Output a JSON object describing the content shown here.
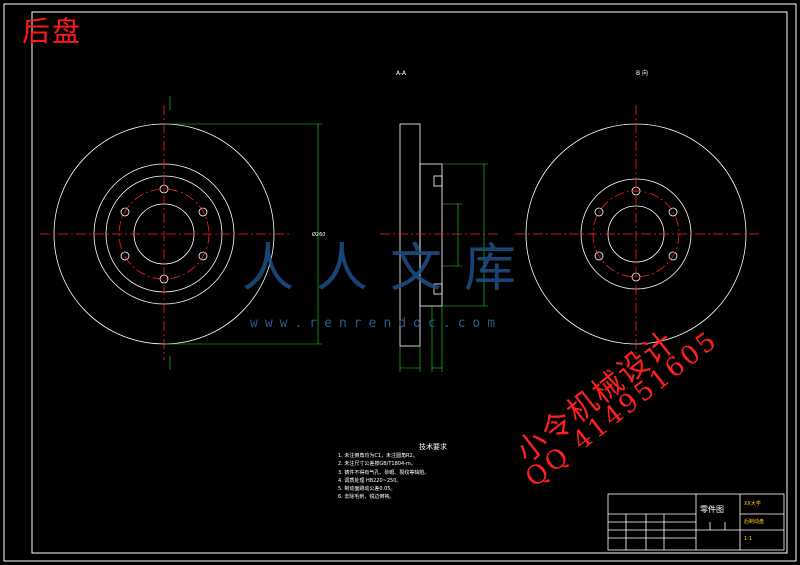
{
  "drawing": {
    "title": "后盘",
    "view_labels": {
      "section": "A-A",
      "right": "B 向"
    },
    "stamp_line1": "小令机械设计",
    "stamp_line2": "QQ 414951605",
    "watermark": {
      "logo": "人人文库",
      "url": "www.renrendoc.com"
    },
    "tech_requirements": {
      "heading": "技术要求",
      "items": [
        "1. 未注倒角均为C1，未注圆角R2。",
        "2. 未注尺寸公差按GB/T1804-m。",
        "3. 铸件不得有气孔、砂眼、裂纹等缺陷。",
        "4. 调质处理 HB220~250。",
        "5. 制动面跳动公差0.05。",
        "6. 去除毛刺，锐边倒钝。"
      ]
    },
    "title_block": {
      "part_name": "零件图",
      "drawing_no": "后制动盘",
      "org": "XX大学",
      "scale_label": "1:1"
    }
  },
  "colors": {
    "outline": "#ffffff",
    "centerline": "#ff2020",
    "dimension": "#19e019",
    "stamp": "#ff2020",
    "watermark": "#1e4f86"
  }
}
